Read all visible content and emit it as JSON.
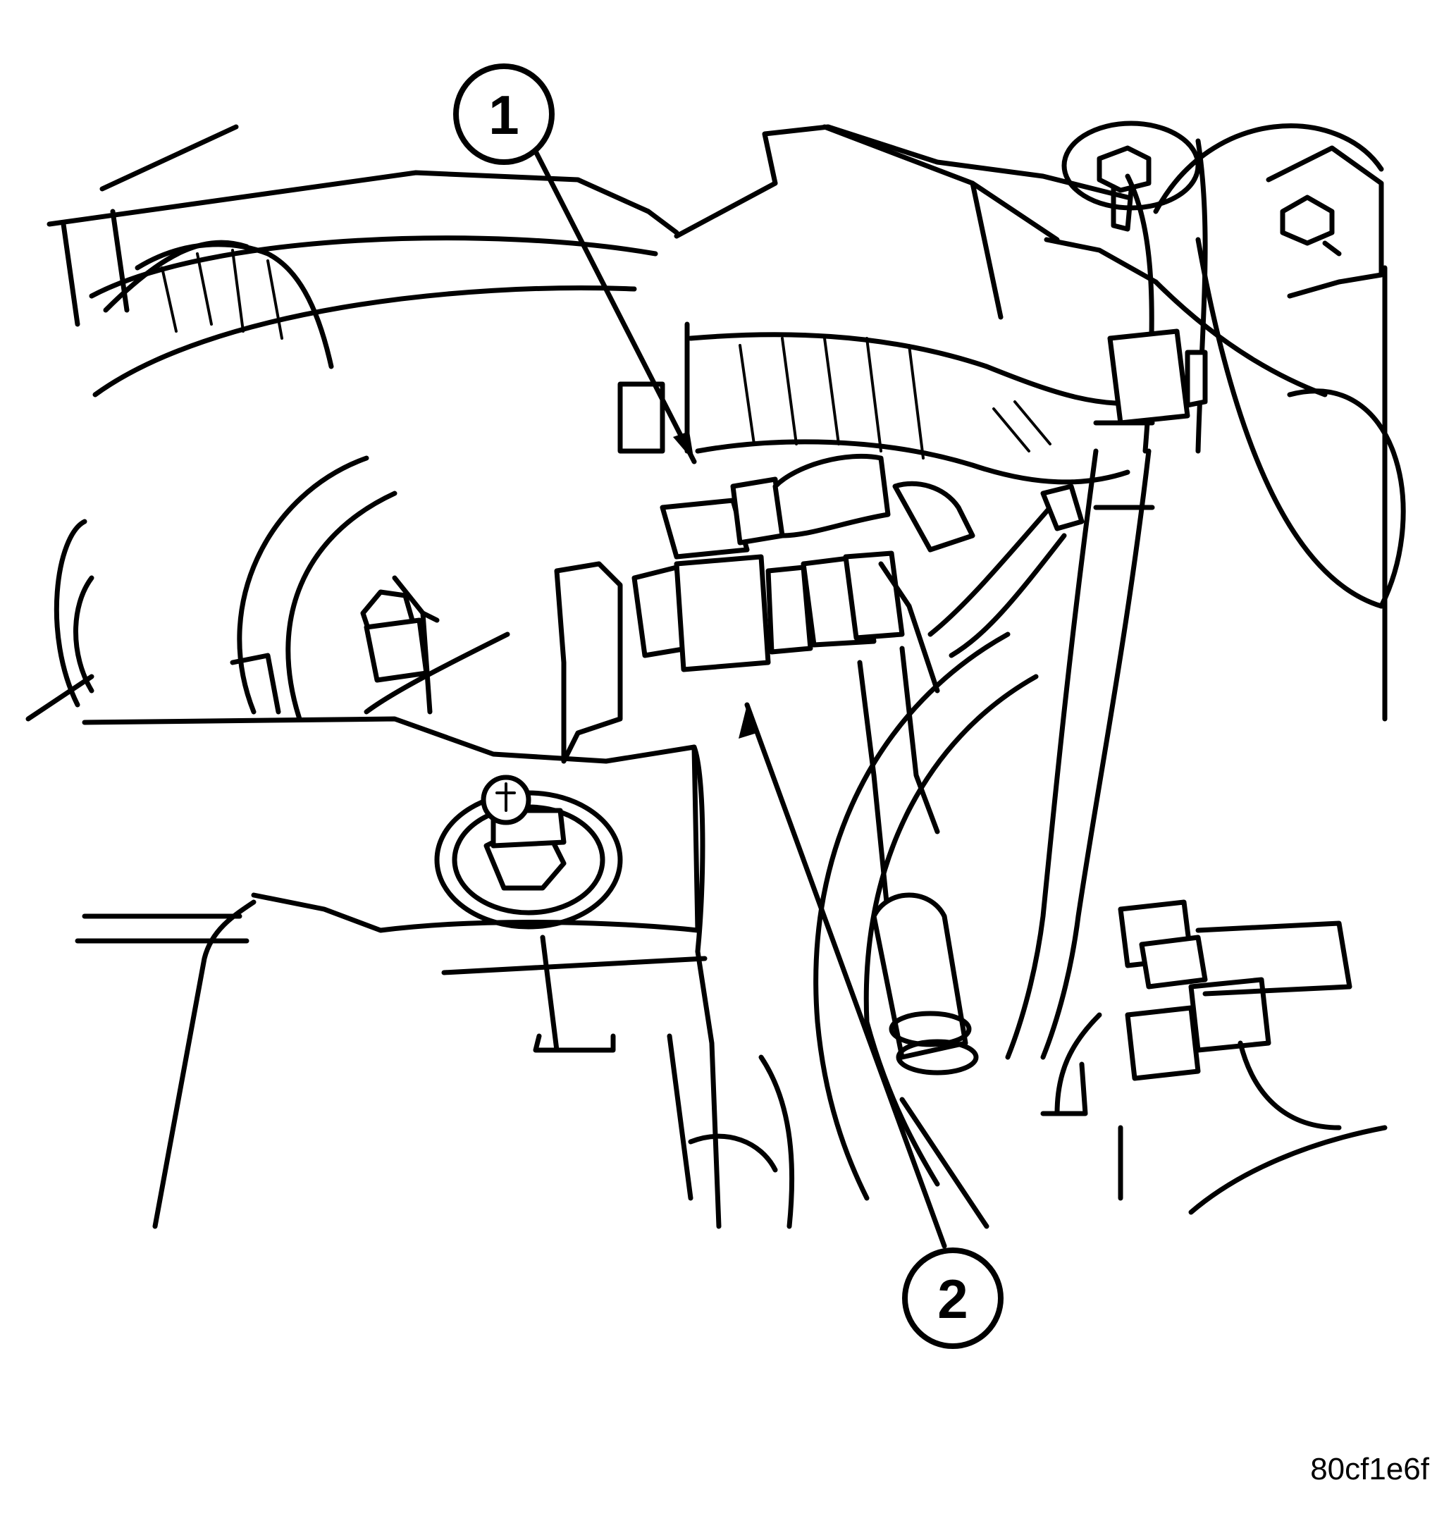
{
  "callouts": [
    {
      "label": "1"
    },
    {
      "label": "2"
    }
  ],
  "figure_code": "80cf1e6f"
}
